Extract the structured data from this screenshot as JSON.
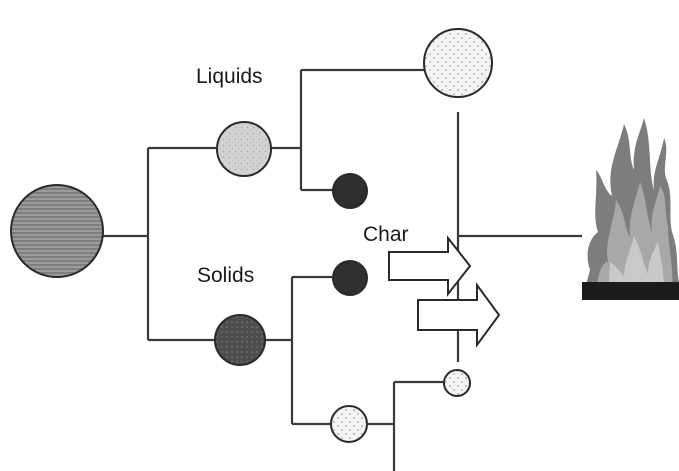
{
  "labels": {
    "liquids": "Liquids",
    "solids": "Solids",
    "char": "Char"
  },
  "colors": {
    "line": "#3a3a3a",
    "feed_particle": "#8a8a8a",
    "liquid_droplet": "#d2d2d2",
    "solid_particle": "#555555",
    "dark_residue": "#2e2e2e",
    "vapor": "#f4f4f4",
    "flame_outer": "#7d7d7d",
    "flame_mid": "#a8a8a8",
    "flame_inner": "#c9c9c9",
    "flame_base": "#1c1c1c"
  },
  "icons": {
    "flame": "flame-icon",
    "arrow": "right-arrow-icon"
  }
}
